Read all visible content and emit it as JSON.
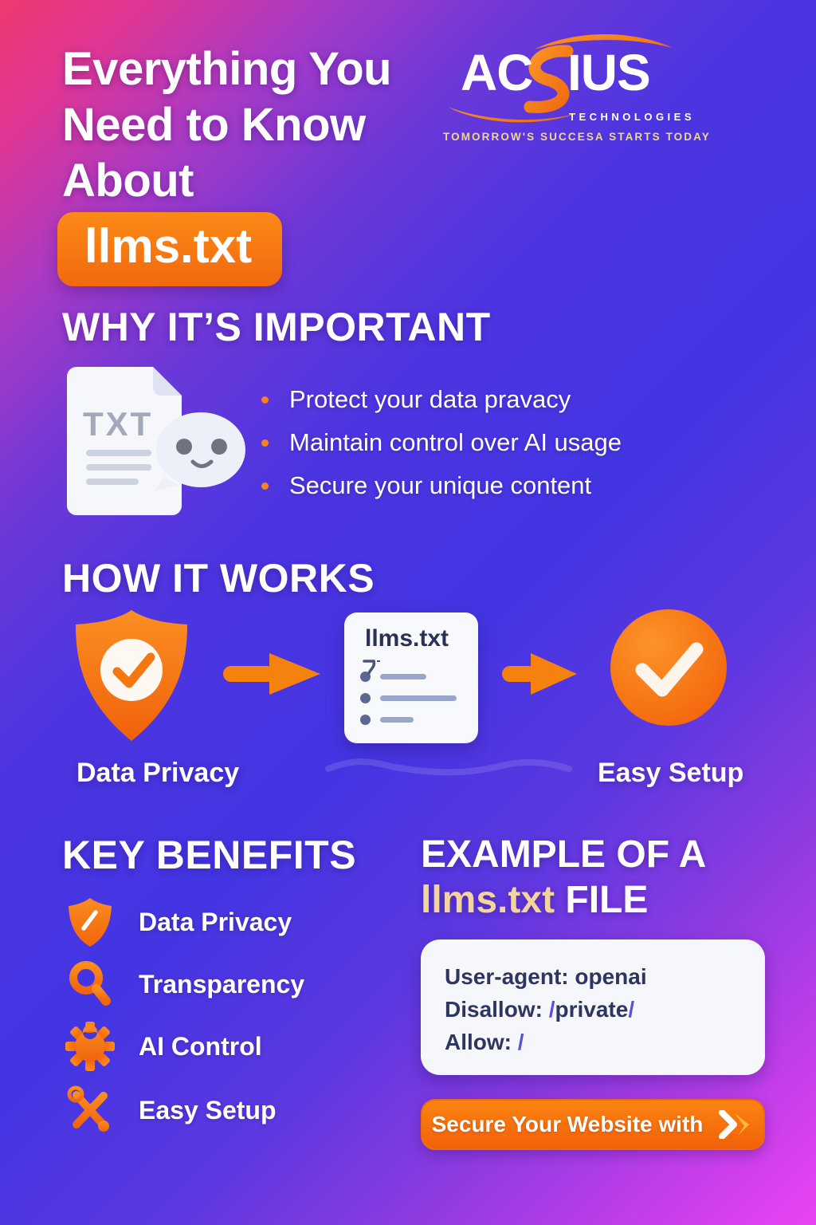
{
  "header": {
    "title": "Everything You Need to Know About",
    "badge": "llms.txt"
  },
  "logo": {
    "brand_left": "AC",
    "brand_right": "IUS",
    "subtitle": "TECHNOLOGIES",
    "tagline": "TOMORROW'S SUCCESA STARTS TODAY"
  },
  "why": {
    "heading": "WHY IT’S IMPORTANT",
    "file_label": "TXT",
    "bullets": [
      "Protect your data pravacy",
      "Maintain control over AI usage",
      "Secure your unique content"
    ]
  },
  "how": {
    "heading": "HOW IT WORKS",
    "card_title": "llms.txt",
    "left_label": "Data Privacy",
    "right_label": "Easy Setup"
  },
  "benefits": {
    "heading": "KEY BENEFITS",
    "items": [
      {
        "icon": "shield-icon",
        "label": "Data Privacy"
      },
      {
        "icon": "magnifier-icon",
        "label": "Transparency"
      },
      {
        "icon": "gear-icon",
        "label": "AI Control"
      },
      {
        "icon": "tools-icon",
        "label": "Easy Setup"
      }
    ]
  },
  "example": {
    "heading_prefix": "EXAMPLE OF A",
    "heading_file": "llms.txt",
    "heading_suffix": "FILE",
    "code_lines": [
      "User-agent: openai",
      "Disallow: /private/",
      "Allow: /"
    ],
    "cta_label": "Secure Your Website with"
  },
  "colors": {
    "accent_orange": "#f97b16",
    "tagline_yellow": "#ecd98e",
    "heading_gold": "#f3d49c",
    "code_navy": "#2e3560",
    "code_slash": "#5b50d8",
    "bg_pink": "#ef3a6e",
    "bg_indigo": "#4335e2",
    "bg_magenta": "#ea43f2"
  }
}
